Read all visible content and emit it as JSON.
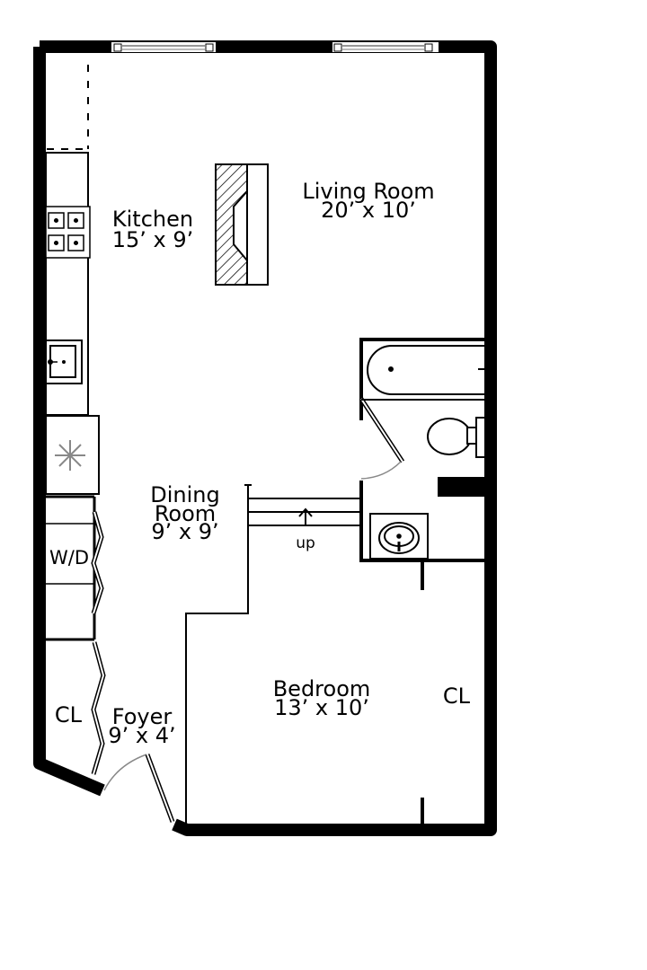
{
  "plan": {
    "background": "#ffffff",
    "wall_color": "#000000",
    "door_swing_color": "#888888",
    "appliance_color": "#888888"
  },
  "rooms": {
    "living_room": {
      "name": "Living Room",
      "dims": "20’ x 10’"
    },
    "kitchen": {
      "name": "Kitchen",
      "dims": "15’ x 9’"
    },
    "dining_room": {
      "name_line1": "Dining",
      "name_line2": "Room",
      "dims": "9’ x 9’"
    },
    "bedroom": {
      "name": "Bedroom",
      "dims": "13’ x 10’"
    },
    "foyer": {
      "name": "Foyer",
      "dims": "9’ x 4’"
    }
  },
  "labels": {
    "washer_dryer": "W/D",
    "closet_foyer": "CL",
    "closet_bedroom": "CL",
    "stairs_direction": "up"
  },
  "fixtures": [
    "stove",
    "sink",
    "refrigerator",
    "fireplace",
    "bathtub",
    "toilet",
    "bathroom-sink",
    "stairs",
    "windows"
  ]
}
